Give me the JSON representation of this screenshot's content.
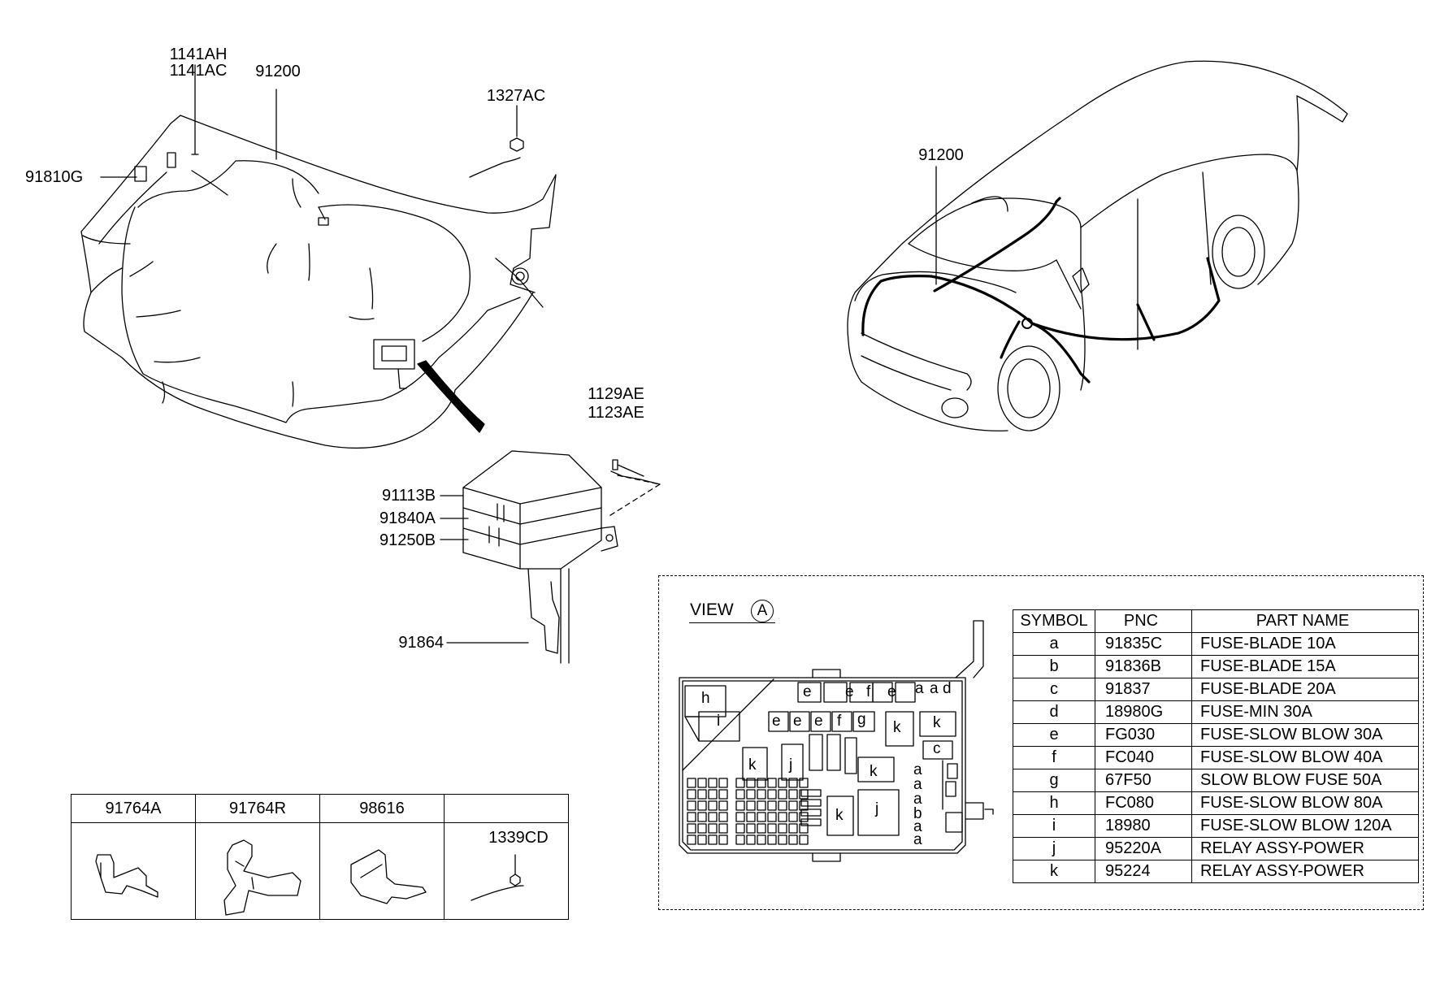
{
  "callouts": {
    "p1141ah": "1141AH",
    "p1141ac": "1141AC",
    "p91200_left": "91200",
    "p1327ac": "1327AC",
    "p91810g": "91810G",
    "p91200_right": "91200",
    "p1129ae": "1129AE",
    "p1123ae": "1123AE",
    "p91113b": "91113B",
    "p91840a": "91840A",
    "p91250b": "91250B",
    "p91864": "91864"
  },
  "view": {
    "title": "VIEW",
    "marker": "A"
  },
  "fuse_labels": {
    "e": "e",
    "f": "f",
    "g": "g",
    "h": "h",
    "i": "i",
    "j": "j",
    "k": "k",
    "a": "a",
    "b": "b",
    "c": "c",
    "d": "d"
  },
  "parts_table": {
    "headers": {
      "symbol": "SYMBOL",
      "pnc": "PNC",
      "name": "PART NAME"
    },
    "rows": [
      {
        "symbol": "a",
        "pnc": "91835C",
        "name": "FUSE-BLADE 10A"
      },
      {
        "symbol": "b",
        "pnc": "91836B",
        "name": "FUSE-BLADE 15A"
      },
      {
        "symbol": "c",
        "pnc": "91837",
        "name": "FUSE-BLADE 20A"
      },
      {
        "symbol": "d",
        "pnc": "18980G",
        "name": "FUSE-MIN 30A"
      },
      {
        "symbol": "e",
        "pnc": "FG030",
        "name": "FUSE-SLOW BLOW 30A"
      },
      {
        "symbol": "f",
        "pnc": "FC040",
        "name": "FUSE-SLOW BLOW 40A"
      },
      {
        "symbol": "g",
        "pnc": "67F50",
        "name": "SLOW BLOW FUSE 50A"
      },
      {
        "symbol": "h",
        "pnc": "FC080",
        "name": "FUSE-SLOW BLOW 80A"
      },
      {
        "symbol": "i",
        "pnc": "18980",
        "name": "FUSE-SLOW BLOW 120A"
      },
      {
        "symbol": "j",
        "pnc": "95220A",
        "name": "RELAY ASSY-POWER"
      },
      {
        "symbol": "k",
        "pnc": "95224",
        "name": "RELAY ASSY-POWER"
      }
    ]
  },
  "bottom_table": {
    "headers": [
      "91764A",
      "91764R",
      "98616",
      ""
    ],
    "inner_label": "1339CD"
  }
}
